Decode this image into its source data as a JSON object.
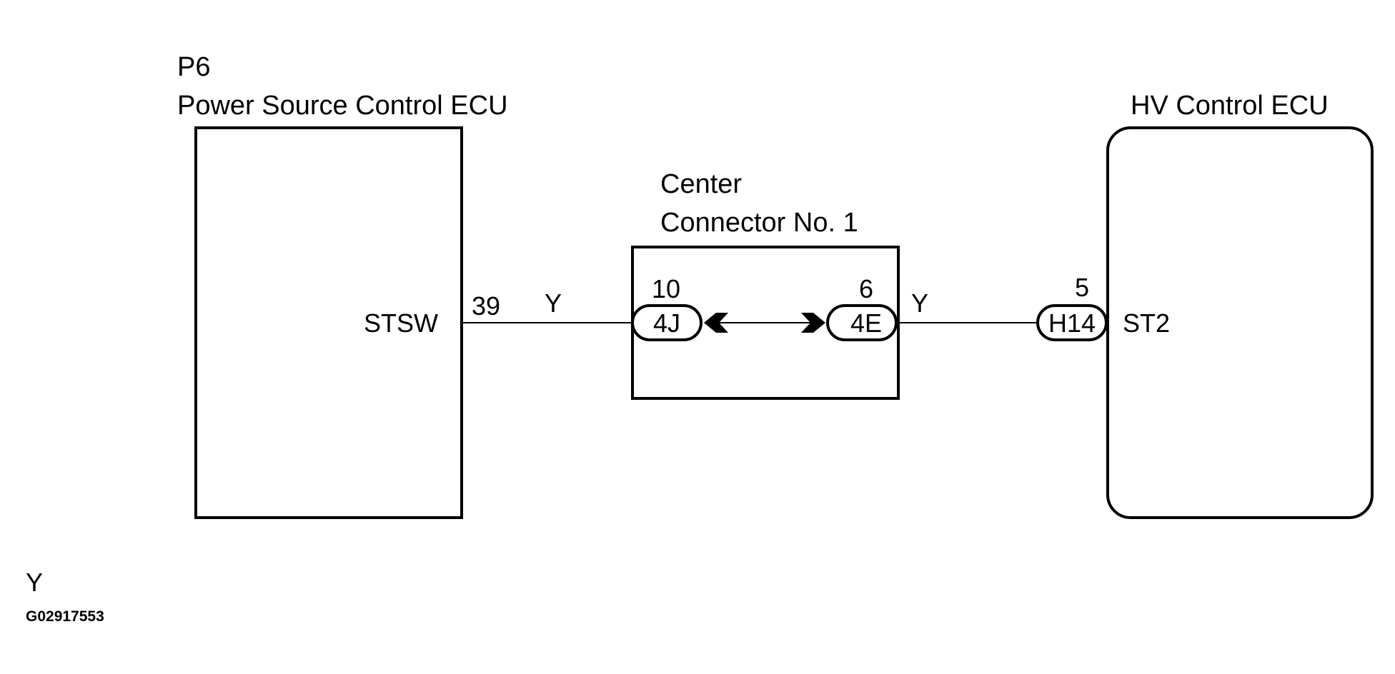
{
  "diagram": {
    "ecu_left": {
      "code": "P6",
      "name": "Power Source Control ECU",
      "terminal_name": "STSW",
      "pin": "39"
    },
    "wire_color_left": "Y",
    "center_connector": {
      "name_line1": "Center",
      "name_line2": "Connector No. 1",
      "left_pin": "10",
      "left_connector": "4J",
      "right_pin": "6",
      "right_connector": "4E"
    },
    "wire_color_right": "Y",
    "ecu_right": {
      "name": "HV Control ECU",
      "connector": "H14",
      "pin": "5",
      "terminal_name": "ST2"
    },
    "legend": {
      "color_code": "Y"
    },
    "figure_id": "G02917553",
    "colors": {
      "line": "#000000",
      "background": "#ffffff"
    }
  }
}
